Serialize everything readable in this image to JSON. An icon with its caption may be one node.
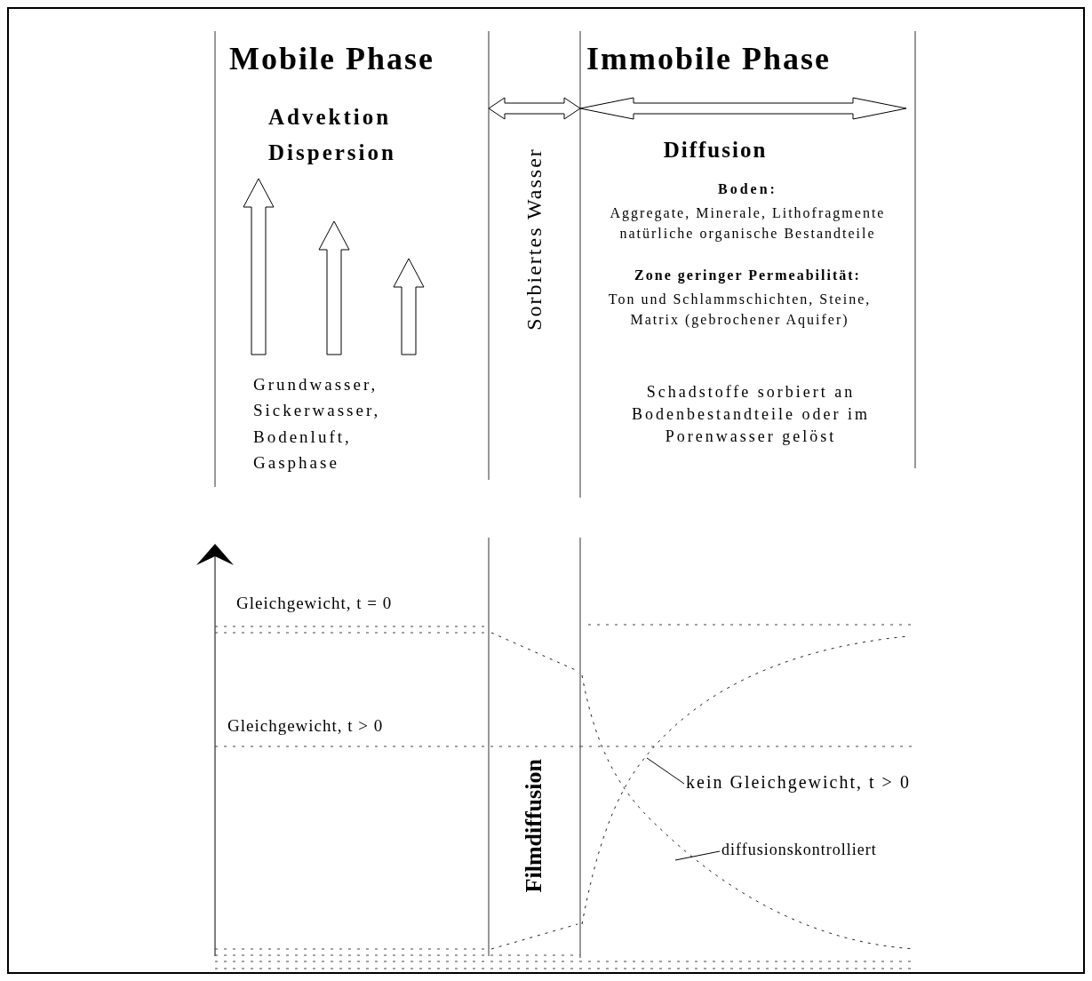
{
  "diagram": {
    "nodes": [
      {
        "text": [
          "kein Gleichgewicht, t > 0"
        ]
      },
      {
        "text": [
          "diffusionskontrolliert"
        ]
      }
    ],
    "edges": [
      {
        "from": 0,
        "to": null,
        "arrow": "none"
      },
      {
        "from": 1,
        "to": null,
        "arrow": "none"
      }
    ],
    "labels": [
      "Mobile Phase",
      "Immobile Phase",
      "Advektion Dispersion",
      "Diffusion",
      "Boden:",
      "Aggregate, Minerale, Lithofragmente natürliche organische Bestandteile",
      "Zone geringer Permeabilität:",
      "Ton und Schlammschichten, Steine, Matrix (gebrochener Aquifer)",
      "Schadstoffe sorbiert an Bodenbestandteile oder im Porenwasser gelöst",
      "Sorbiertes Wasser",
      "Grundwasser, Sickerwasser, Bodenluft, Gasphase",
      "Gleichgewicht, t = 0",
      "Gleichgewicht, t > 0",
      "Filmdiffusion"
    ]
  }
}
